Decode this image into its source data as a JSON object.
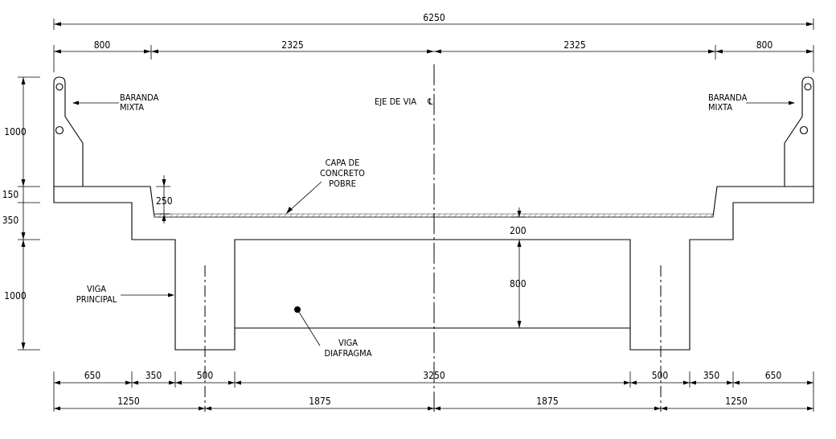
{
  "dims": {
    "total": "6250",
    "top": [
      "800",
      "2325",
      "2325",
      "800"
    ],
    "left_vert": [
      "1000",
      "150",
      "350",
      "1000"
    ],
    "curb_depth": "250",
    "slab_thickness": "200",
    "diaphragm_height": "800",
    "bottom_row1": [
      "650",
      "350",
      "500",
      "3250",
      "500",
      "350",
      "650"
    ],
    "bottom_row2": [
      "1250",
      "1875",
      "1875",
      "1250"
    ]
  },
  "labels": {
    "baranda_left": [
      "BARANDA",
      "MIXTA"
    ],
    "baranda_right": [
      "BARANDA",
      "MIXTA"
    ],
    "eje_de_via": "EJE DE VIA",
    "centerline_symbol": "℄",
    "capa": [
      "CAPA DE",
      "CONCRETO",
      "POBRE"
    ],
    "viga_principal": [
      "VIGA",
      "PRINCIPAL"
    ],
    "viga_diafragma": [
      "VIGA",
      "DIAFRAGMA"
    ]
  }
}
